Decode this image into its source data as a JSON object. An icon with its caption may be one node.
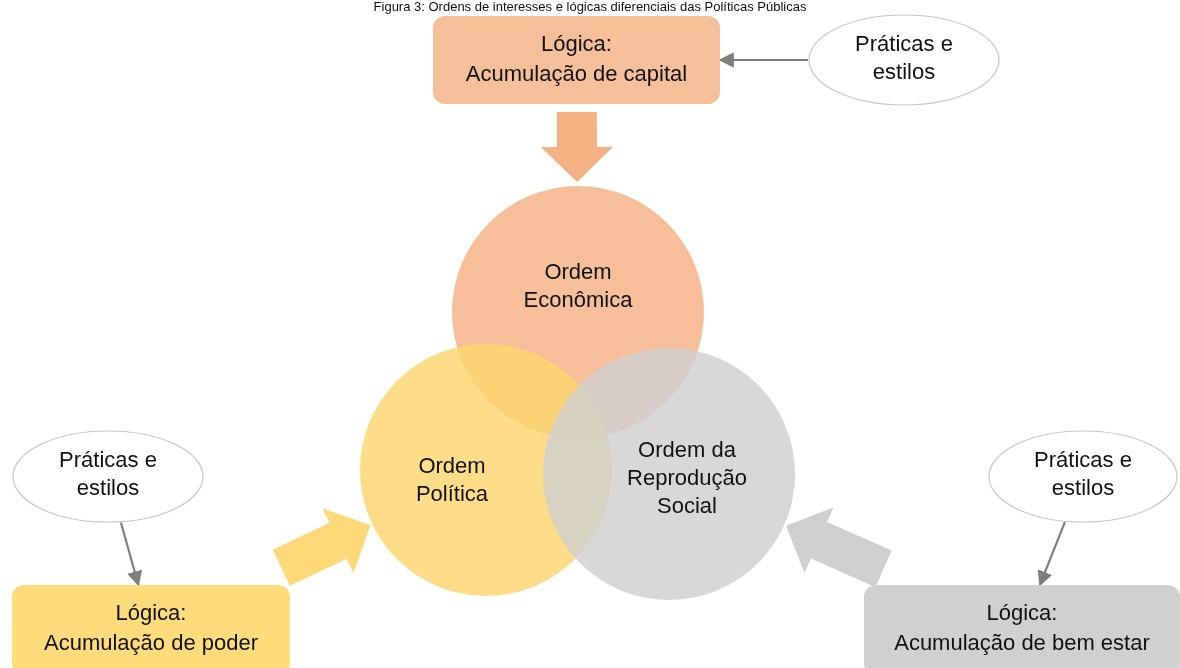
{
  "diagram": {
    "title": "Figura 3: Ordens de interesses e lógicas diferenciais das Políticas Públicas",
    "nodes": [
      {
        "text": [
          "Lógica:",
          "Acumulação de capital"
        ]
      },
      {
        "text": [
          "Práticas e estilos"
        ]
      },
      {
        "text": [
          "Ordem Econômica"
        ]
      },
      {
        "text": [
          "Ordem Política"
        ]
      },
      {
        "text": [
          "Ordem da Reprodução Social"
        ]
      },
      {
        "text": [
          "Práticas e estilos"
        ]
      },
      {
        "text": [
          "Lógica:",
          "Acumulação de poder"
        ]
      },
      {
        "text": [
          "Práticas e estilos"
        ]
      },
      {
        "text": [
          "Lógica:",
          "Acumulação de bem estar"
        ]
      }
    ],
    "edges": [
      {
        "from": 1,
        "to": 0,
        "arrow": "to"
      },
      {
        "from": 0,
        "to": 2,
        "arrow": "to",
        "style": "thick",
        "color": "#f4b183"
      },
      {
        "from": 5,
        "to": 6,
        "arrow": "to"
      },
      {
        "from": 6,
        "to": 3,
        "arrow": "to",
        "style": "thick",
        "color": "#fdd97a"
      },
      {
        "from": 7,
        "to": 8,
        "arrow": "to"
      },
      {
        "from": 8,
        "to": 4,
        "arrow": "to",
        "style": "thick",
        "color": "#d0d0d0"
      }
    ]
  }
}
